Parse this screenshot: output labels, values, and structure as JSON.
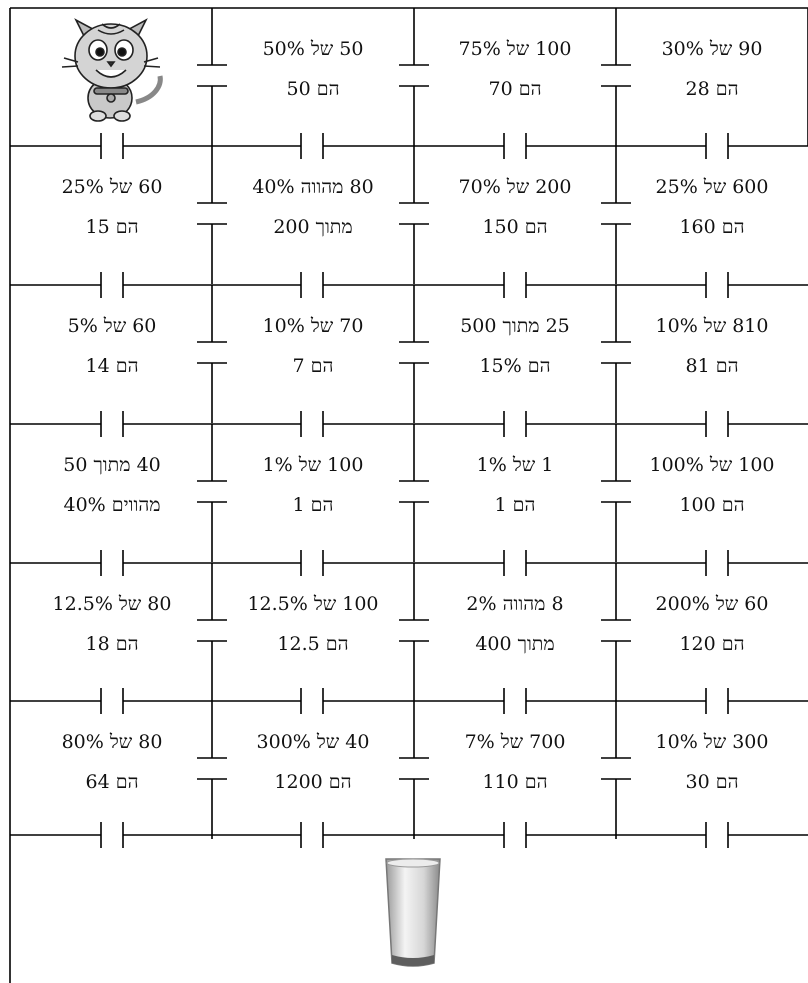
{
  "maze": {
    "start_icon": "cat-icon",
    "finish_icon": "milk-glass-icon",
    "rows": [
      [
        {
          "top": "",
          "bottom": ""
        },
        {
          "top": "50 של 50%",
          "bottom": "הם 50"
        },
        {
          "top": "100 של 75%",
          "bottom": "הם 70"
        },
        {
          "top": "90 של 30%",
          "bottom": "הם 28"
        }
      ],
      [
        {
          "top": "60 של 25%",
          "bottom": "הם 15"
        },
        {
          "top": "80 מהווה 40%",
          "bottom": "מתוך 200"
        },
        {
          "top": "200 של 70%",
          "bottom": "הם 150"
        },
        {
          "top": "600 של 25%",
          "bottom": "הם 160"
        }
      ],
      [
        {
          "top": "60 של 5%",
          "bottom": "הם 14"
        },
        {
          "top": "70 של 10%",
          "bottom": "הם 7"
        },
        {
          "top": "25 מתוך 500",
          "bottom": "הם 15%"
        },
        {
          "top": "810 של 10%",
          "bottom": "הם 81"
        }
      ],
      [
        {
          "top": "40 מתוך 50",
          "bottom": "מהווים 40%"
        },
        {
          "top": "100 של 1%",
          "bottom": "הם 1"
        },
        {
          "top": "1 של 1%",
          "bottom": "הם 1"
        },
        {
          "top": "100 של 100%",
          "bottom": "הם 100"
        }
      ],
      [
        {
          "top": "80 של 12.5%",
          "bottom": "הם 18"
        },
        {
          "top": "100 של 12.5%",
          "bottom": "הם 12.5"
        },
        {
          "top": "8 מהווה 2%",
          "bottom": "מתוך 400"
        },
        {
          "top": "60 של 200%",
          "bottom": "הם 120"
        }
      ],
      [
        {
          "top": "80 של 80%",
          "bottom": "הם 64"
        },
        {
          "top": "40 של 300%",
          "bottom": "הם 1200"
        },
        {
          "top": "700 של 7%",
          "bottom": "הם 110"
        },
        {
          "top": "300 של 10%",
          "bottom": "הם 30"
        }
      ]
    ]
  }
}
